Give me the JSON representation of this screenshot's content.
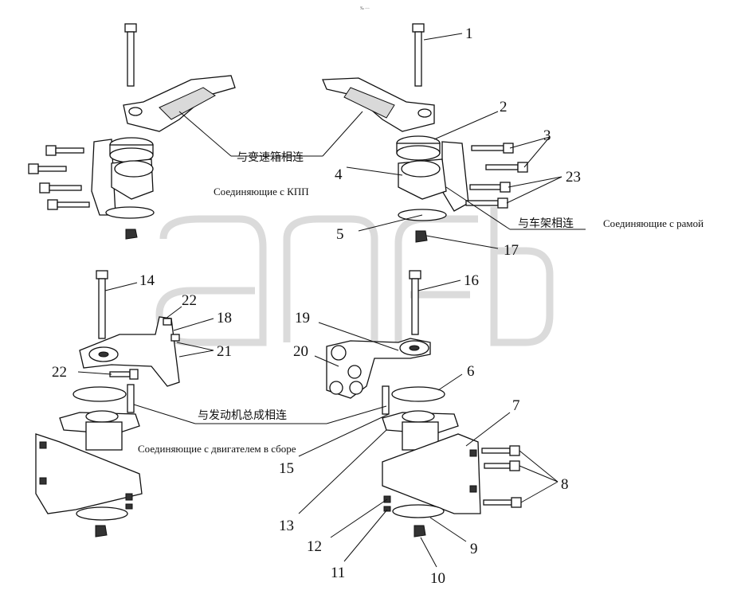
{
  "header_mark": "‰ ◦◦◦",
  "watermark": "эпсб",
  "labels": {
    "cn_gearbox": "与变速箱相连",
    "ru_gearbox": "Соединяющие с КПП",
    "cn_frame": "与车架相连",
    "ru_frame": "Соединяющие с рамой",
    "cn_engine": "与发动机总成相连",
    "ru_engine": "Соединяющие с двигателем в сборе"
  },
  "callouts": [
    "1",
    "2",
    "3",
    "23",
    "4",
    "5",
    "17",
    "14",
    "16",
    "22",
    "18",
    "21",
    "19",
    "20",
    "22",
    "6",
    "7",
    "15",
    "8",
    "13",
    "12",
    "9",
    "11",
    "10"
  ]
}
